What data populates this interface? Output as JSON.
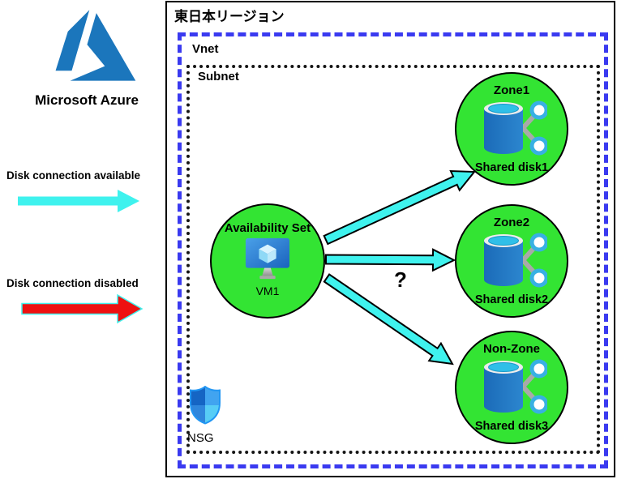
{
  "branding": {
    "logo_label": "Microsoft Azure"
  },
  "legend": {
    "available_label": "Disk connection available",
    "disabled_label": "Disk connection disabled"
  },
  "region": {
    "title": "東日本リージョン",
    "vnet_label": "Vnet",
    "subnet_label": "Subnet",
    "nsg_label": "NSG"
  },
  "nodes": {
    "availability_set": {
      "title": "Availability Set",
      "vm_label": "VM1"
    },
    "zones": [
      {
        "title": "Zone1",
        "disk_label": "Shared disk1"
      },
      {
        "title": "Zone2",
        "disk_label": "Shared disk2"
      },
      {
        "title": "Non-Zone",
        "disk_label": "Shared disk3"
      }
    ]
  },
  "annotations": {
    "question_mark": "?"
  },
  "colors": {
    "available_arrow": "#3ff2ee",
    "disabled_arrow": "#ee1111",
    "node_green": "#33e433",
    "vnet_border": "#3a3af0",
    "azure_blue": "#1b76bc"
  }
}
